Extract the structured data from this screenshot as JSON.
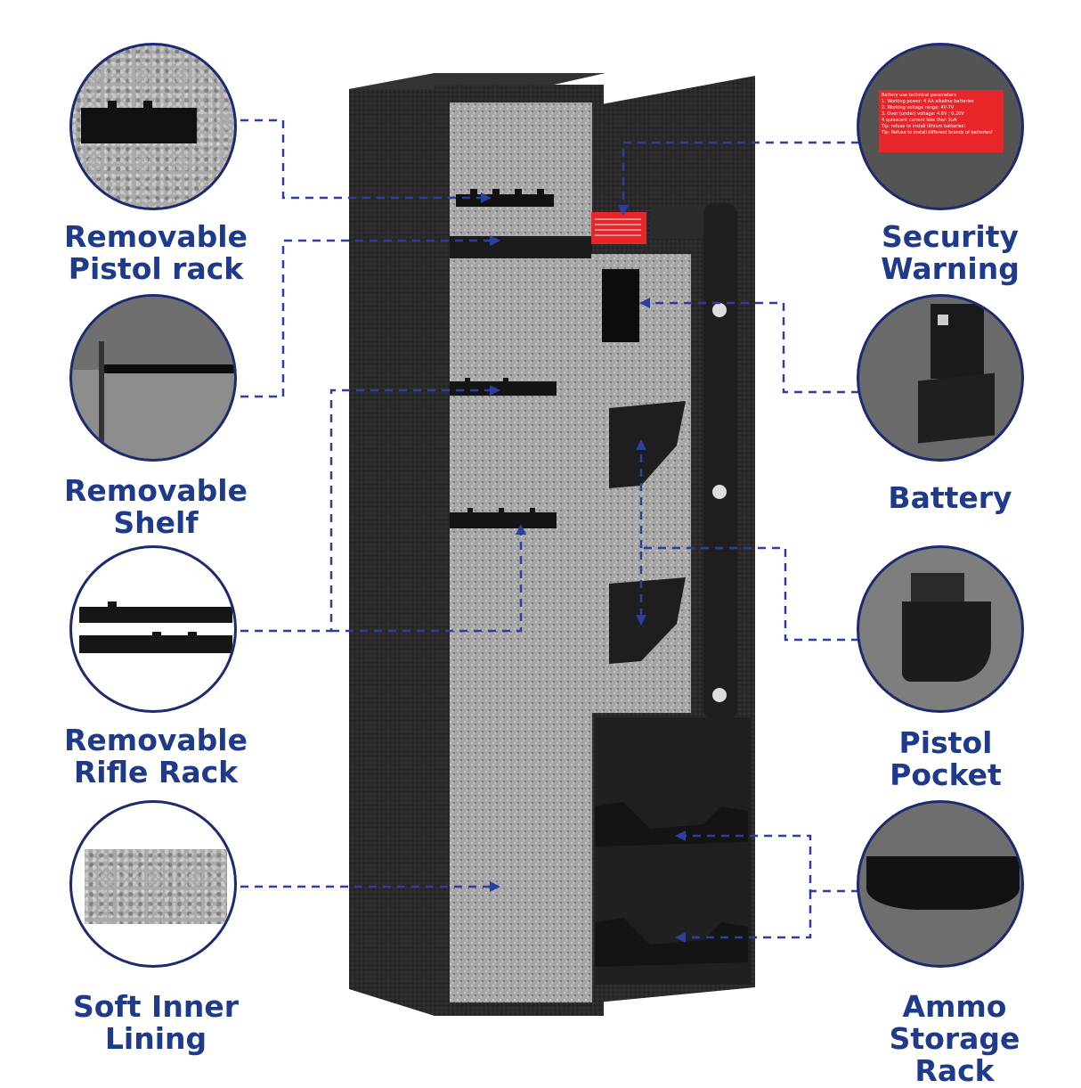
{
  "features": {
    "left": [
      {
        "line1": "Removable",
        "line2": "Pistol rack",
        "icon": "pistol-rack-photo"
      },
      {
        "line1": "Removable",
        "line2": "Shelf",
        "icon": "shelf-photo"
      },
      {
        "line1": "Removable",
        "line2": "Rifle Rack",
        "icon": "rifle-rack-photo"
      },
      {
        "line1": "Soft Inner",
        "line2": "Lining",
        "icon": "lining-photo"
      }
    ],
    "right": [
      {
        "line1": "Security",
        "line2": "Warning",
        "icon": "warning-label-photo"
      },
      {
        "line1": "Battery",
        "line2": "",
        "icon": "battery-photo"
      },
      {
        "line1": "Pistol",
        "line2": "Pocket",
        "icon": "pistol-pocket-photo"
      },
      {
        "line1": "Ammo Storage",
        "line2": "Rack",
        "icon": "ammo-rack-photo"
      }
    ]
  },
  "warning_label": {
    "lines": [
      "Battery use technical parameters",
      "1. Working power: 4 AA alkaline batteries",
      "2. Working voltage range: 4V-7V",
      "3. Over (under) voltage: 4.6V ; 0.20V",
      "4 quiescent current less than 5uA",
      "Tip: refuse to install lithium batteries!",
      "Tip: Refuse to install different brands of batteries!"
    ]
  },
  "colors": {
    "accent": "#1f3a8a",
    "arrow": "#2a3f9e",
    "label_red": "#e8262a",
    "safe_body": "#2b2b2b",
    "lining": "#a8a8a8"
  }
}
